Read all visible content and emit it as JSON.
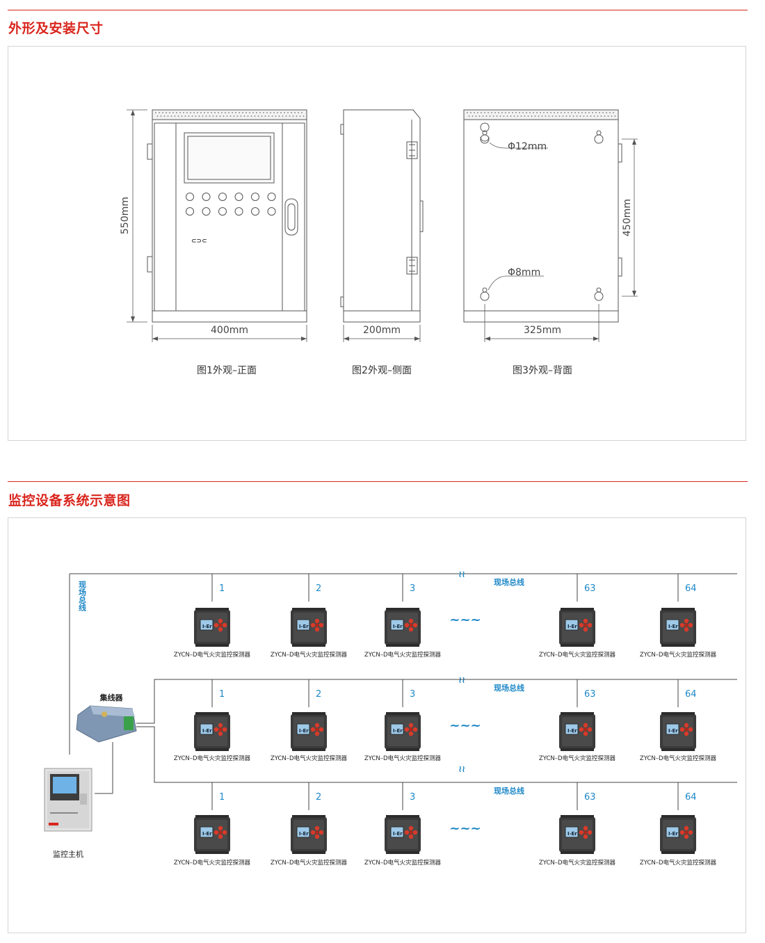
{
  "section1": {
    "title": "外形及安装尺寸",
    "dim_height": "550mm",
    "dim_front_width": "400mm",
    "dim_side_width": "200mm",
    "dim_hole_height": "450mm",
    "dim_hole_width": "325mm",
    "hole_large": "Φ12mm",
    "hole_small": "Φ8mm",
    "captions": [
      "图1外观–正面",
      "图2外观–侧面",
      "图3外观–背面"
    ]
  },
  "section2": {
    "title": "监控设备系统示意图",
    "bus_vertical_label": "现场总线",
    "bus_label": "现场总线",
    "hub_label": "集线器",
    "host_label": "监控主机",
    "device_label": "ZYCN–D电气火灾监控探测器",
    "ellipsis": "~~~",
    "break_mark": "≀≀",
    "device_numbers": [
      "1",
      "2",
      "3",
      "63",
      "64"
    ],
    "colors": {
      "accent": "#d9251d",
      "blue": "#1e88c8"
    }
  }
}
